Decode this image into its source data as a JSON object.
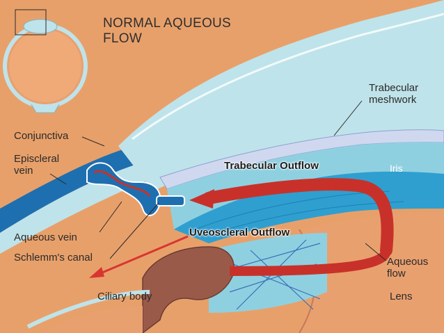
{
  "title": [
    "NORMAL AQUEOUS",
    "FLOW"
  ],
  "labels": {
    "trabecular_meshwork": [
      "Trabecular",
      "meshwork"
    ],
    "conjunctiva": "Conjunctiva",
    "episcleral_vein": [
      "Episcleral",
      "vein"
    ],
    "aqueous_vein": "Aqueous vein",
    "schlemms_canal": "Schlemm's canal",
    "ciliary_body": "Ciliary body",
    "iris": "Iris",
    "aqueous_flow": [
      "Aqueous",
      "flow"
    ],
    "lens": "Lens"
  },
  "annotations": {
    "trabecular_outflow": "Trabecular Outflow",
    "uveoscleral_outflow": "Uveoscleral Outflow"
  },
  "colors": {
    "background": "#e8a06a",
    "cornea": "#bfe3ea",
    "aqueous_chamber": "#8fd0e0",
    "iris": "#2f9fd0",
    "sclera_band": "#1e6fb0",
    "flow_arrow": "#c8312a",
    "lens": "#e9a06f",
    "ciliary_body": "#9a5a4a"
  }
}
